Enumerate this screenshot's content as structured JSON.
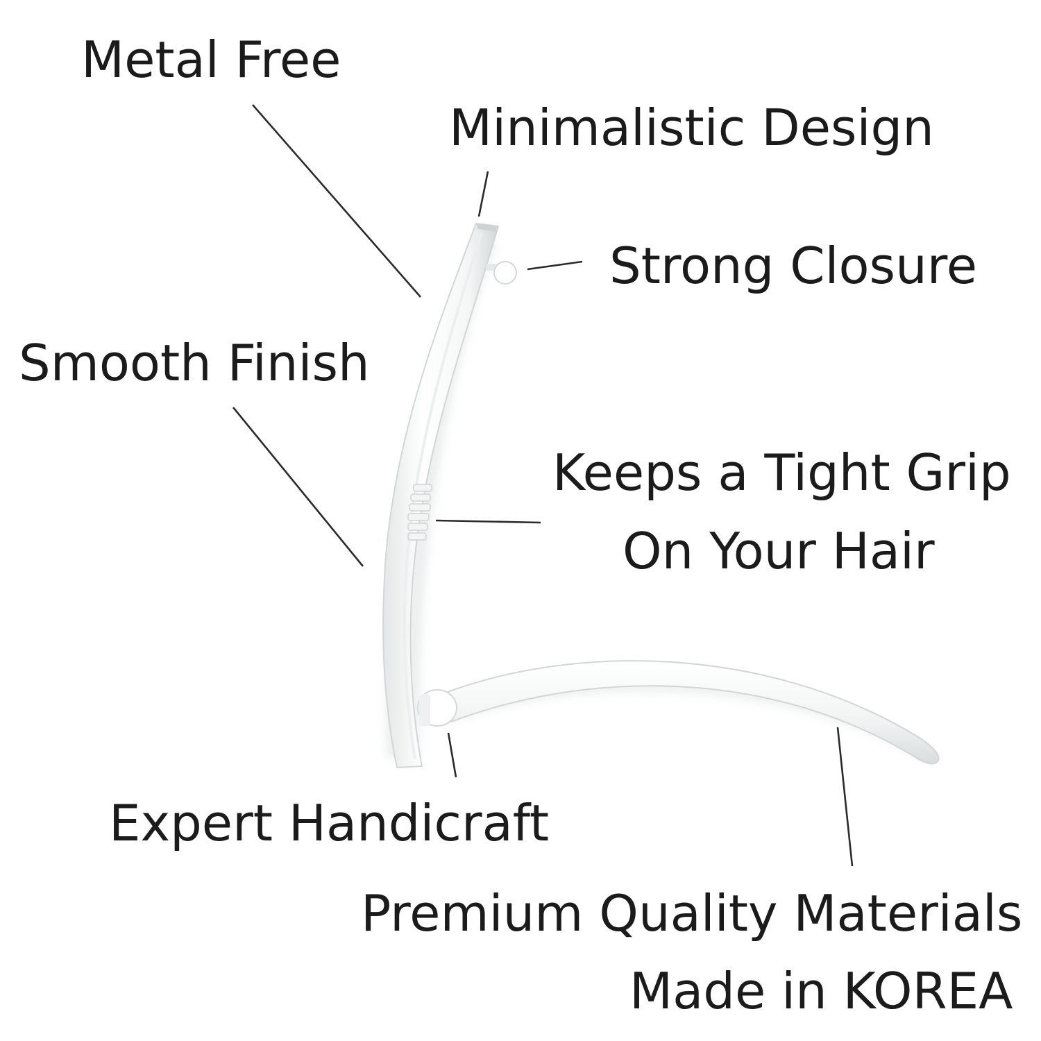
{
  "callouts": {
    "metal_free": "Metal Free",
    "minimalistic_design": "Minimalistic Design",
    "strong_closure": "Strong Closure",
    "smooth_finish": "Smooth Finish",
    "tight_grip_line1": "Keeps a Tight Grip",
    "tight_grip_line2": "On Your Hair",
    "expert_handicraft": "Expert Handicraft",
    "premium_line1": "Premium Quality Materials",
    "premium_line2": "Made in KOREA"
  },
  "colors": {
    "text": "#1b1b1b",
    "leader_line": "#2a2a2a",
    "clip_fill": "#ffffff",
    "clip_edge": "#d9dcdc",
    "clip_shadow": "#e8ebeb",
    "background": "#ffffff"
  },
  "product": {
    "icon": "hair-barrette-clip-icon"
  }
}
